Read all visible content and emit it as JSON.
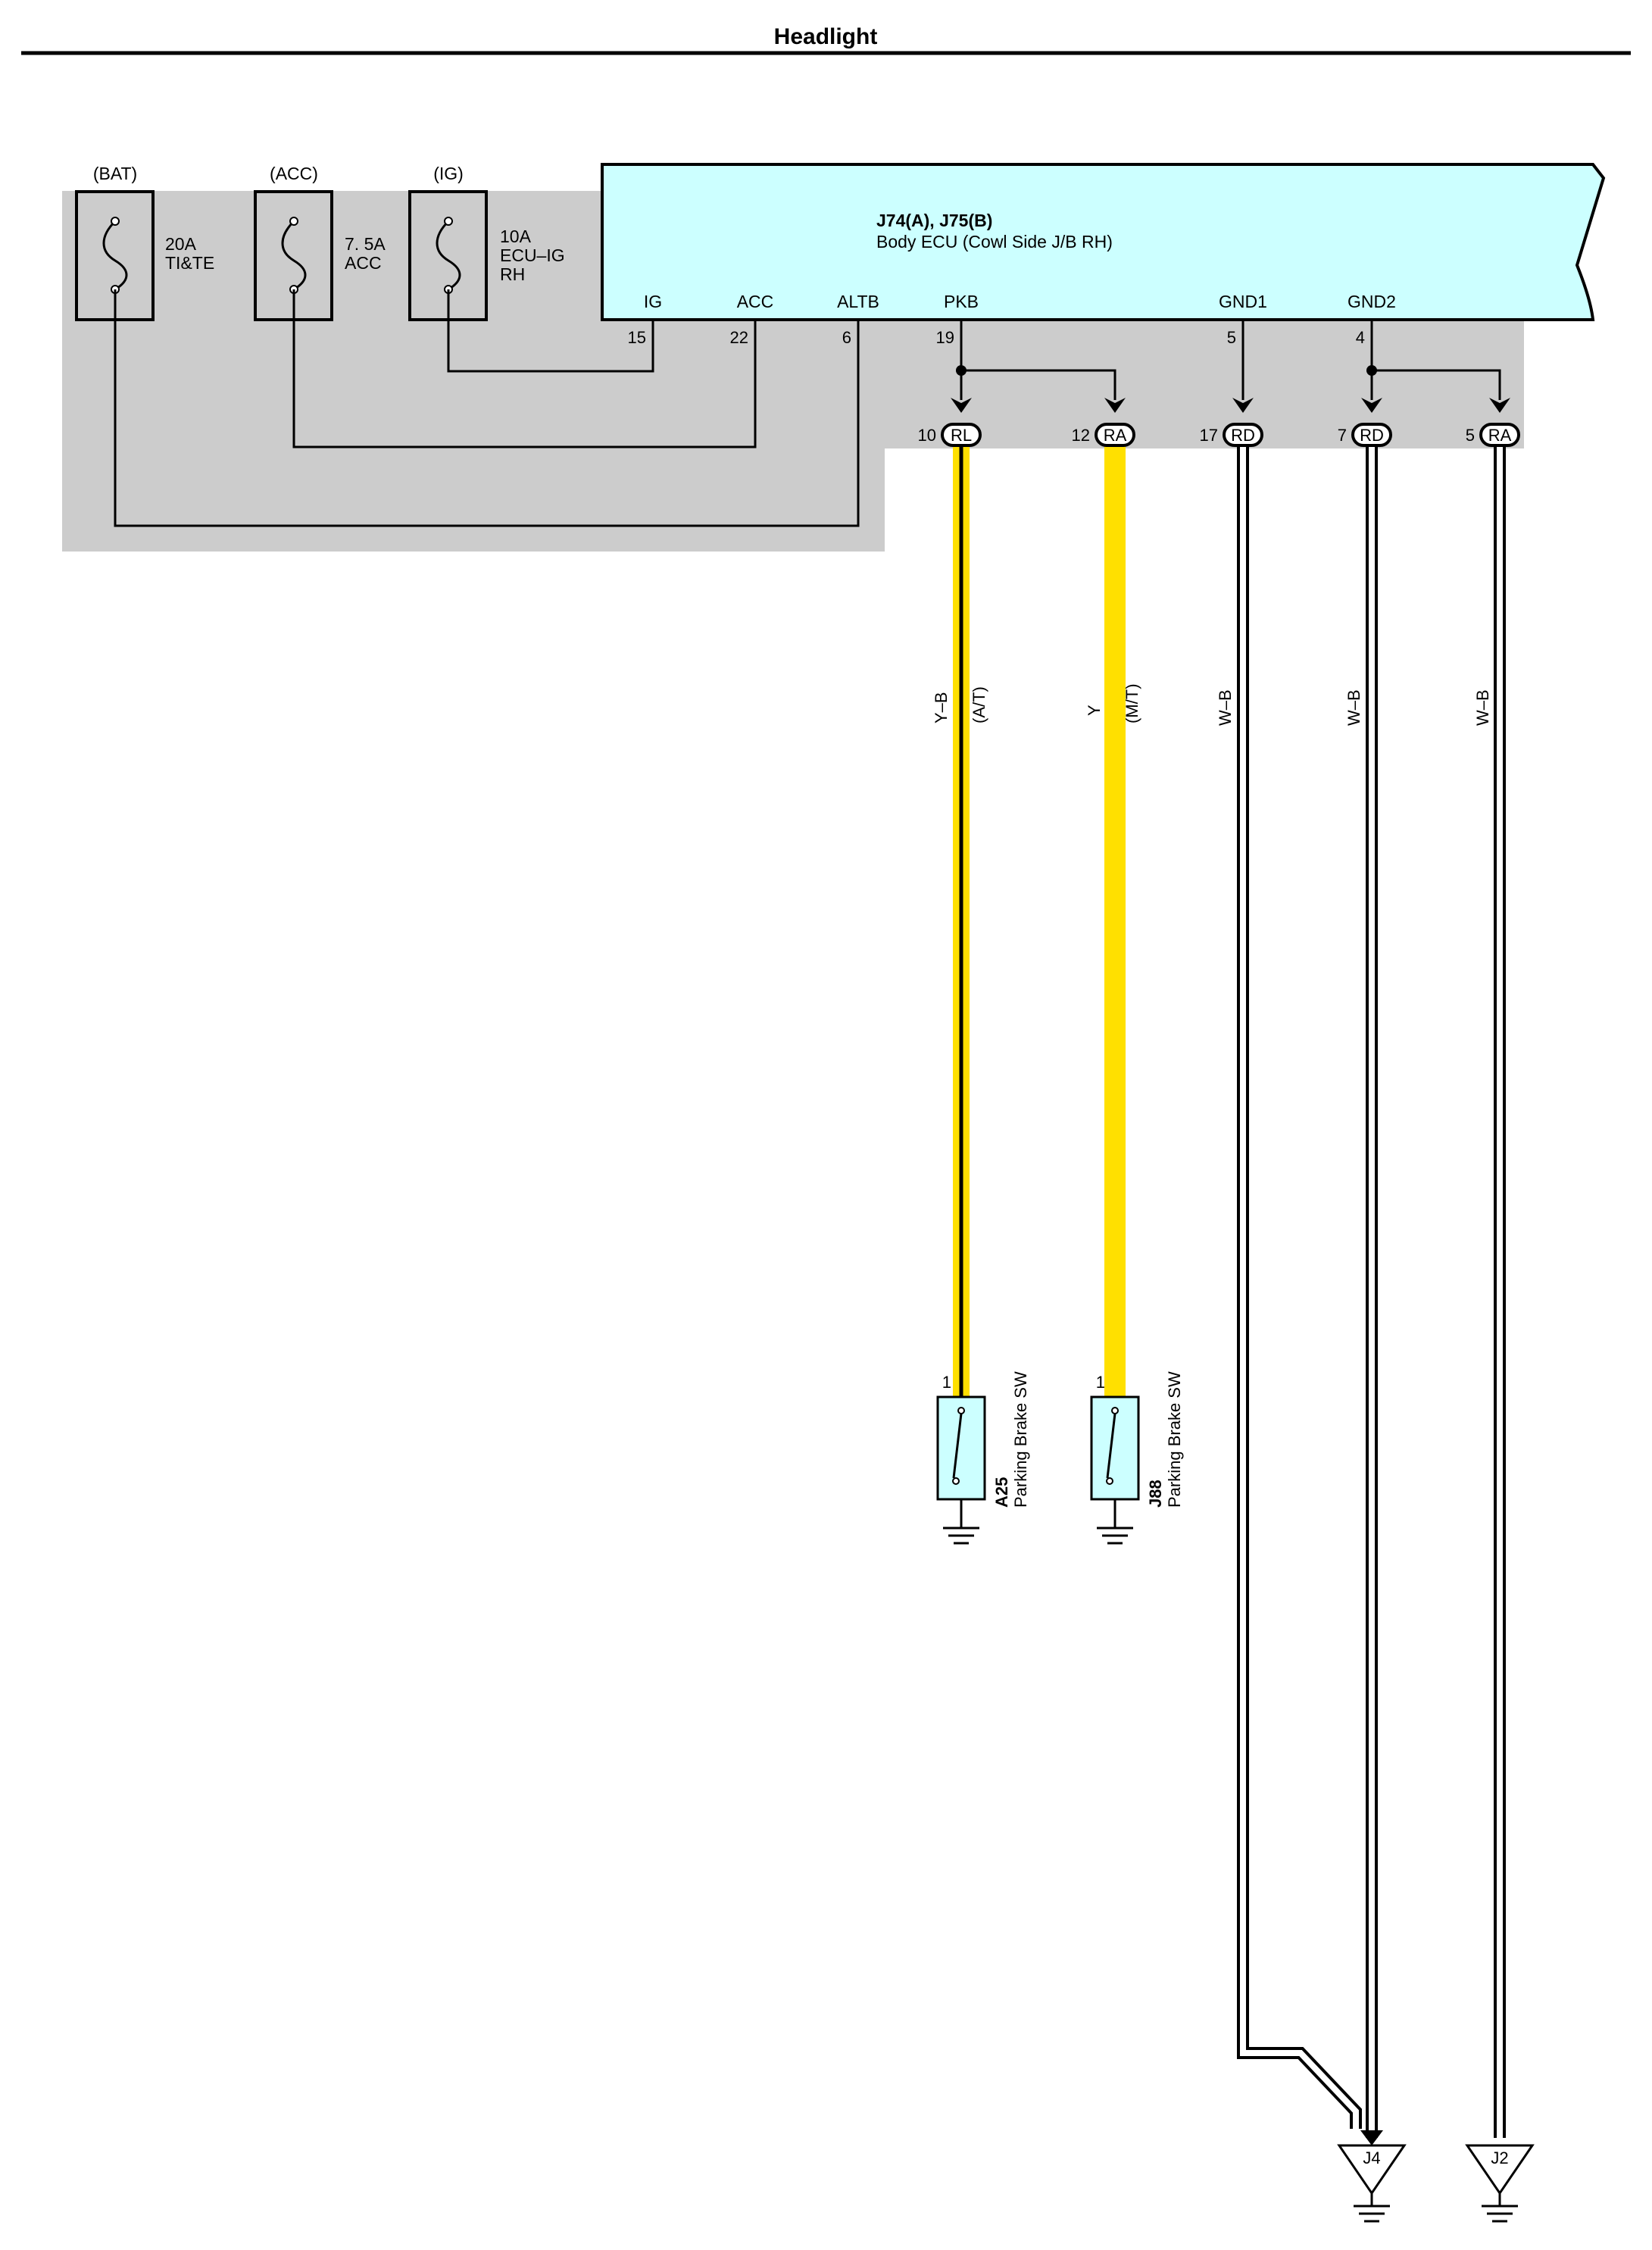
{
  "title": "Headlight",
  "ecu": {
    "code": "J74(A), J75(B)",
    "name": "Body ECU (Cowl Side J/B RH)",
    "terminals": [
      {
        "name": "IG",
        "pin": "15"
      },
      {
        "name": "ACC",
        "pin": "22"
      },
      {
        "name": "ALTB",
        "pin": "6"
      },
      {
        "name": "PKB",
        "pin": "19"
      },
      {
        "name": "GND1",
        "pin": "5"
      },
      {
        "name": "GND2",
        "pin": "4"
      }
    ]
  },
  "fuses": [
    {
      "source": "(BAT)",
      "rating": "20A",
      "name": "TI&TE"
    },
    {
      "source": "(ACC)",
      "rating": "7. 5A",
      "name": "ACC"
    },
    {
      "source": "(IG)",
      "rating": "10A",
      "name": "ECU–IG",
      "name2": "RH"
    }
  ],
  "connectors": [
    {
      "pin": "10",
      "code": "RL"
    },
    {
      "pin": "12",
      "code": "RA"
    },
    {
      "pin": "17",
      "code": "RD"
    },
    {
      "pin": "7",
      "code": "RD"
    },
    {
      "pin": "5",
      "code": "RA"
    }
  ],
  "wires": [
    {
      "color": "Y–B",
      "note": "(A/T)"
    },
    {
      "color": "Y",
      "note": "(M/T)"
    },
    {
      "color": "W–B"
    },
    {
      "color": "W–B"
    },
    {
      "color": "W–B"
    }
  ],
  "switches": [
    {
      "pin": "1",
      "code": "A25",
      "name": "Parking Brake SW"
    },
    {
      "pin": "1",
      "code": "J88",
      "name": "Parking Brake SW"
    }
  ],
  "grounds": [
    {
      "label": "J4"
    },
    {
      "label": "J2"
    }
  ],
  "colors": {
    "shade": "#cccccc",
    "ecu_fill": "#ccffff",
    "wire_yellow": "#ffe000",
    "wire_black": "#000000"
  }
}
